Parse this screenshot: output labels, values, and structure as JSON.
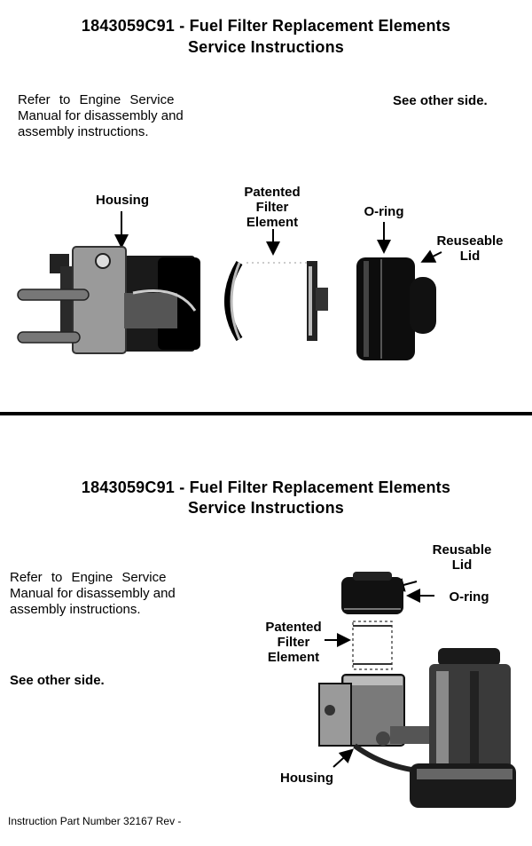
{
  "top": {
    "title_line1": "1843059C91 - Fuel Filter Replacement Elements",
    "title_line2": "Service Instructions",
    "refer_line1": "Refer to Engine Service",
    "refer_line2": "Manual for disassembly and",
    "refer_line3": "assembly instructions.",
    "see_other_side": "See other side.",
    "label_housing": "Housing",
    "label_patented_1": "Patented",
    "label_patented_2": "Filter",
    "label_patented_3": "Element",
    "label_oring": "O-ring",
    "label_lid_1": "Reuseable",
    "label_lid_2": "Lid"
  },
  "bottom": {
    "title_line1": "1843059C91 - Fuel Filter Replacement Elements",
    "title_line2": "Service Instructions",
    "refer_line1": "Refer to Engine Service",
    "refer_line2": "Manual for disassembly and",
    "refer_line3": "assembly instructions.",
    "see_other_side": "See other side.",
    "label_lid_1": "Reusable",
    "label_lid_2": "Lid",
    "label_oring": "O-ring",
    "label_patented_1": "Patented",
    "label_patented_2": "Filter",
    "label_patented_3": "Element",
    "label_housing": "Housing",
    "footer": "Instruction Part Number 32167 Rev -"
  }
}
